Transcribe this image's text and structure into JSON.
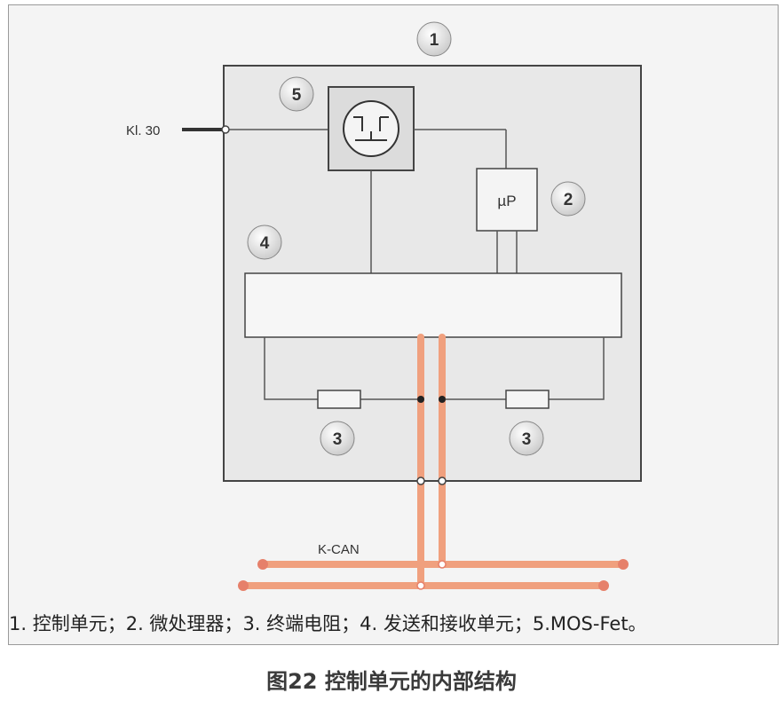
{
  "diagram": {
    "kl30_label": "Kl. 30",
    "microprocessor_label": "µP",
    "bus_label": "K-CAN",
    "callouts": {
      "control_unit": "1",
      "microprocessor": "2",
      "resistor_left": "3",
      "resistor_right": "3",
      "transceiver": "4",
      "mosfet": "5"
    },
    "colors": {
      "bus_line": "#f0a07e",
      "box_fill": "#eaeaea",
      "line": "#555555",
      "callout_fill": "#d9d9d9"
    }
  },
  "legend": {
    "items": [
      "1. 控制单元；",
      "2. 微处理器；",
      "3. 终端电阻；",
      "4. 发送和接收单元；",
      "5.MOS-Fet。"
    ]
  },
  "caption": "图22 控制单元的内部结构"
}
